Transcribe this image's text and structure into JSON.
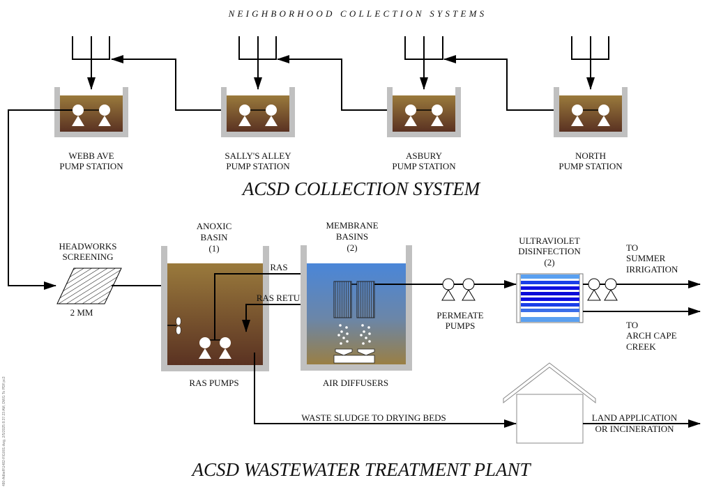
{
  "header": {
    "top_title": "NEIGHBORHOOD COLLECTION SYSTEMS",
    "collection_title": "ACSD COLLECTION SYSTEM",
    "plant_title": "ACSD WASTEWATER TREATMENT PLANT"
  },
  "pump_stations": [
    {
      "line1": "WEBB AVE",
      "line2": "PUMP STATION"
    },
    {
      "line1": "SALLY'S ALLEY",
      "line2": "PUMP STATION"
    },
    {
      "line1": "ASBURY",
      "line2": "PUMP STATION"
    },
    {
      "line1": "NORTH",
      "line2": "PUMP STATION"
    }
  ],
  "plant": {
    "headworks": {
      "line1": "HEADWORKS",
      "line2": "SCREENING",
      "size": "2 MM"
    },
    "anoxic": {
      "line1": "ANOXIC",
      "line2": "BASIN",
      "count": "(1)",
      "pumps_label": "RAS PUMPS"
    },
    "membrane": {
      "line1": "MEMBRANE",
      "line2": "BASINS",
      "count": "(2)",
      "diffusers_label": "AIR DIFFUSERS"
    },
    "ras_label": "RAS",
    "ras_return_label": "RAS RETURN",
    "permeate": {
      "line1": "PERMEATE",
      "line2": "PUMPS"
    },
    "uv": {
      "line1": "ULTRAVIOLET",
      "line2": "DISINFECTION",
      "count": "(2)"
    },
    "outlet_irrigation": {
      "line1": "TO",
      "line2": "SUMMER",
      "line3": "IRRIGATION"
    },
    "outlet_creek": {
      "line1": "TO",
      "line2": "ARCH CAPE",
      "line3": "CREEK"
    },
    "sludge_label": "WASTE SLUDGE TO DRYING BEDS",
    "disposal": {
      "line1": "LAND APPLICATION",
      "line2": "OR INCINERATION"
    }
  },
  "side_note": "480-AdbeR\\1482-FIG001.dwg, 2/5/2025 8:37:23 AM, DWG To PDF.pc3",
  "colors": {
    "sludge_top": "#9a7a3c",
    "sludge_bottom": "#5a3222",
    "water_top": "#4a86d8",
    "water_bottom": "#9a7f44",
    "tank_wall": "#c0c0c0",
    "uv_lamp": "#1010e0",
    "uv_light": "#5aa0f0"
  }
}
